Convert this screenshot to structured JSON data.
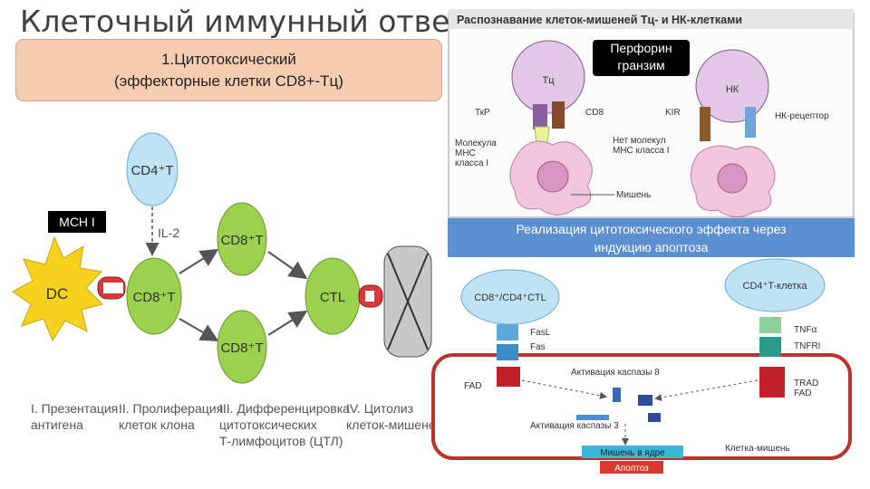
{
  "slide_title": "Клеточный иммунный ответ",
  "left_panel": {
    "heading_line1": "1.Цитотоксический",
    "heading_line2": "(эффекторные клетки CD8+-Тц)",
    "mch_label": "МСН I",
    "cells": {
      "cd4": "CD4⁺T",
      "il2": "IL-2",
      "dc": "DC",
      "cd8_a": "CD8⁺T",
      "cd8_b": "CD8⁺T",
      "cd8_c": "CD8⁺T",
      "ctl": "CTL"
    },
    "stages": [
      {
        "line1": "I. Презентация",
        "line2": "антигена",
        "line3": ""
      },
      {
        "line1": "II. Пролиферация",
        "line2": "клеток клона",
        "line3": ""
      },
      {
        "line1": "III. Дифференцировка",
        "line2": "цитотоксических",
        "line3": "Т-лимфоцитов (ЦТЛ)"
      },
      {
        "line1": "IV. Цитолиз",
        "line2": "клеток-мишене",
        "line3": ""
      }
    ]
  },
  "top_right": {
    "title": "Распознавание клеток-мишеней Тц- и НК-клетками",
    "perforin_line1": "Перфорин",
    "perforin_line2": "гранзим",
    "labels": {
      "tc": "Тц",
      "nk": "НК",
      "tkr": "ТкР",
      "cd8": "CD8",
      "mhc1": "Молекула",
      "mhc2": "МНС",
      "mhc3": "класса I",
      "kir": "KIR",
      "nk_receptor": "НК-рецептор",
      "no_mhc1": "Нет молекул",
      "no_mhc2": "МНС класса I",
      "target": "Мишень"
    }
  },
  "bottom_right": {
    "banner_line1": "Реализация цитотоксического эффекта через",
    "banner_line2": "индукцию апоптоза",
    "labels": {
      "ctl_cell": "CD8⁺/CD4⁺CTL",
      "cd4_cell": "CD4⁺T-клетка",
      "fasl": "FasL",
      "fas": "Fas",
      "fad": "FAD",
      "tnfa": "TNFα",
      "tnfri": "TNFRI",
      "trad": "TRAD",
      "fad2": "FAD",
      "casp8": "Активация каспазы 8",
      "casp3": "Активация каспазы 3",
      "target_nucleus": "Мишень в ядре",
      "target_cell": "Клетка-мишень",
      "apoptosis": "Апоптоз"
    }
  },
  "colors": {
    "heading_bg": "#f7cdb1",
    "cell_green": "#9cd14f",
    "cell_blue": "#bfe3f5",
    "dc_yellow": "#f6d21f",
    "banner_blue": "#5b8fd0",
    "apoptosis_red": "#d63a2d",
    "target_pink": "#f2c7de",
    "membrane_red": "#b9322c"
  }
}
